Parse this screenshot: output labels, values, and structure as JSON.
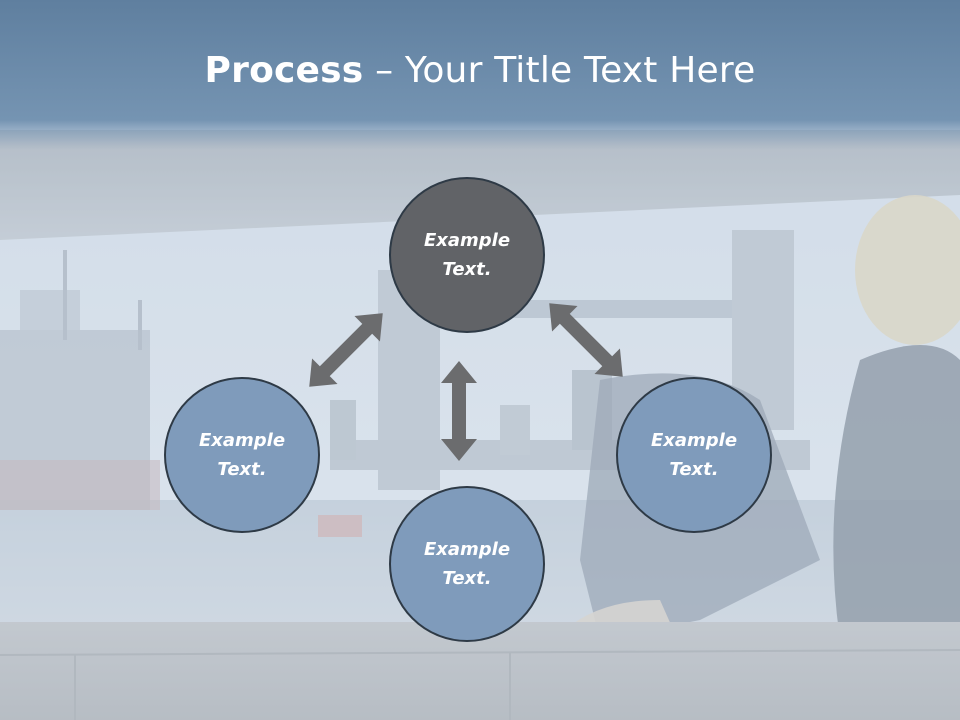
{
  "title": {
    "bold": "Process",
    "rest": " – Your Title Text Here"
  },
  "nodes": [
    {
      "label": "Example\nText.",
      "color": "#616367"
    },
    {
      "label": "Example\nText.",
      "color": "#7f9bbb"
    },
    {
      "label": "Example\nText.",
      "color": "#7f9bbb"
    },
    {
      "label": "Example\nText.",
      "color": "#7f9bbb"
    }
  ],
  "colors": {
    "title_bar": "#6f8eae",
    "arrow": "#6b6c6e",
    "node_border": "#2e3a46"
  }
}
